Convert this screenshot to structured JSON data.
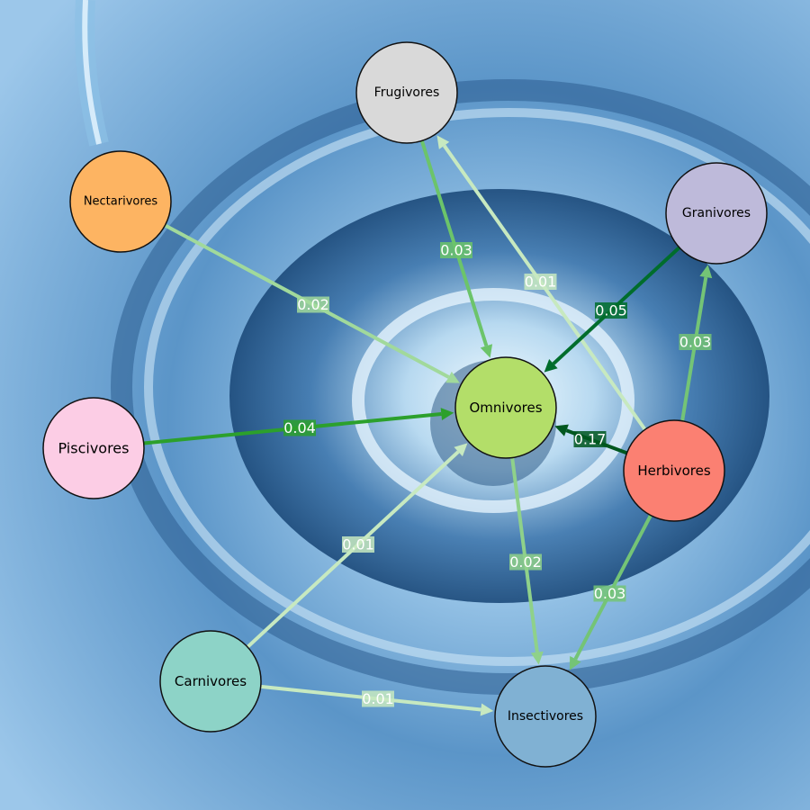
{
  "diagram": {
    "type": "directed-graph",
    "nodes": [
      {
        "id": "frugivores",
        "label": "Frugivores",
        "color": "#d9d9d9"
      },
      {
        "id": "nectarivores",
        "label": "Nectarivores",
        "color": "#fdb462"
      },
      {
        "id": "granivores",
        "label": "Granivores",
        "color": "#bebada"
      },
      {
        "id": "omnivores",
        "label": "Omnivores",
        "color": "#b3de69"
      },
      {
        "id": "piscivores",
        "label": "Piscivores",
        "color": "#fccde5"
      },
      {
        "id": "herbivores",
        "label": "Herbivores",
        "color": "#fb8072"
      },
      {
        "id": "carnivores",
        "label": "Carnivores",
        "color": "#8dd3c7"
      },
      {
        "id": "insectivores",
        "label": "Insectivores",
        "color": "#80b1d3"
      }
    ],
    "edges": [
      {
        "from": "frugivores",
        "to": "omnivores",
        "label": "0.03",
        "color": "#6cc46a"
      },
      {
        "from": "herbivores",
        "to": "frugivores",
        "label": "0.01",
        "color": "#c7e9c0"
      },
      {
        "from": "nectarivores",
        "to": "omnivores",
        "label": "0.02",
        "color": "#a1d99b"
      },
      {
        "from": "granivores",
        "to": "omnivores",
        "label": "0.05",
        "color": "#006d2c"
      },
      {
        "from": "herbivores",
        "to": "granivores",
        "label": "0.03",
        "color": "#74c476"
      },
      {
        "from": "piscivores",
        "to": "omnivores",
        "label": "0.04",
        "color": "#2ca02c"
      },
      {
        "from": "herbivores",
        "to": "omnivores",
        "label": "0.17",
        "color": "#00571f"
      },
      {
        "from": "carnivores",
        "to": "omnivores",
        "label": "0.01",
        "color": "#c7e9c0"
      },
      {
        "from": "omnivores",
        "to": "insectivores",
        "label": "0.02",
        "color": "#8fd18a"
      },
      {
        "from": "herbivores",
        "to": "insectivores",
        "label": "0.03",
        "color": "#74c476"
      },
      {
        "from": "carnivores",
        "to": "insectivores",
        "label": "0.01",
        "color": "#c7e9c0"
      }
    ]
  },
  "background": {
    "description_color": "#4a86c0"
  }
}
